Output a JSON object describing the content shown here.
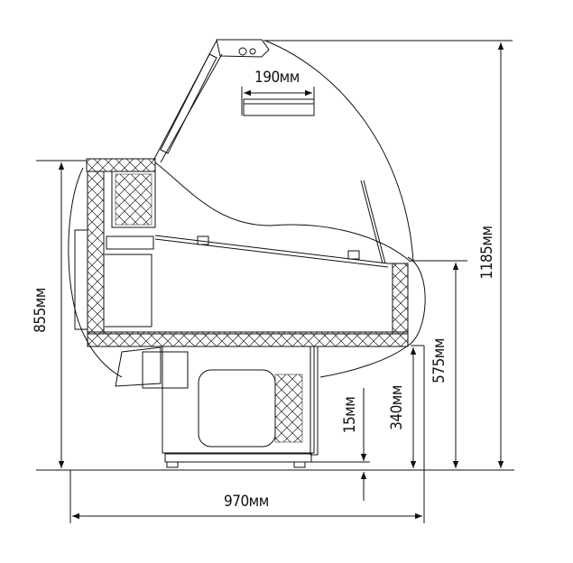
{
  "drawing": {
    "dimensions": {
      "shelf_depth": "190мм",
      "counter_height": "855мм",
      "total_height": "1185мм",
      "deck_height": "575мм",
      "base_height": "340мм",
      "clearance": "15мм",
      "depth": "970мм"
    },
    "colors": {
      "line": "#111111",
      "background": "#ffffff"
    }
  }
}
